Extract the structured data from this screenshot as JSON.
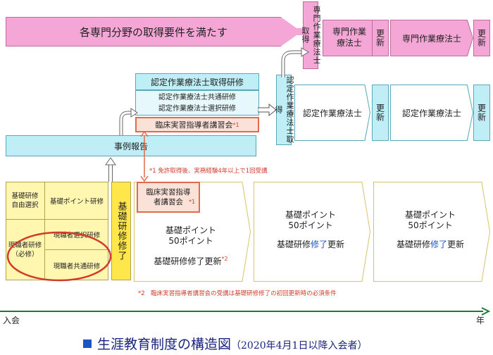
{
  "pink_bar": "各専門分野の取得要件を満たす",
  "vertical_senmon": "専門作業療法士取得",
  "senmon_1": "専門作業療法士",
  "renew_1": "更新",
  "senmon_2": "専門作業療法士",
  "renew_2": "更新",
  "nintei_box": {
    "title": "認定作業療法士取得研修",
    "line1": "認定作業療法士共通研修",
    "line2": "認定作業療法士選択研修",
    "lecture": "臨床実習指導者講習会",
    "lecture_mark": "*1"
  },
  "vertical_nintei": "認定作業療法士取得",
  "nintei_1": "認定作業療法士",
  "renew_3": "更新",
  "nintei_2": "認定作業療法士",
  "renew_4": "更新",
  "case_report": "事例報告",
  "note1": "*1 免許取得後、実務経験4年以上で1回受講",
  "grid": {
    "cell_tl": "基礎研修\n自由選択",
    "cell_tr": "基礎ポイント研修",
    "cell_ml": "現職者研修\n（必修）",
    "cell_mr": "現職者選択研修",
    "cell_br": "現職者共通研修"
  },
  "kiso_vertical": "基礎研修修了",
  "small_lecture": "臨床実習指導者講習会",
  "small_lecture_mark": "*1",
  "chevrons": [
    {
      "line1": "基礎ポイント",
      "line2": "50ポイント",
      "line3a": "基礎研修",
      "line3b": "修了",
      "line3c": "更新",
      "mark": "*2"
    },
    {
      "line1": "基礎ポイント",
      "line2": "50ポイント",
      "line3a": "基礎研修",
      "line3b": "修了",
      "line3c": "更新"
    },
    {
      "line1": "基礎ポイント",
      "line2": "50ポイント",
      "line3a": "基礎研修",
      "line3b": "修了",
      "line3c": "更新"
    }
  ],
  "note2": "*2　臨床実習指導者講習会の受講は基礎研修修了の初回更新時の必須条件",
  "axis_left": "入会",
  "axis_right": "年",
  "caption_main": "生涯教育制度の構造図",
  "caption_sub": "（2020年4月1日以降入会者）"
}
